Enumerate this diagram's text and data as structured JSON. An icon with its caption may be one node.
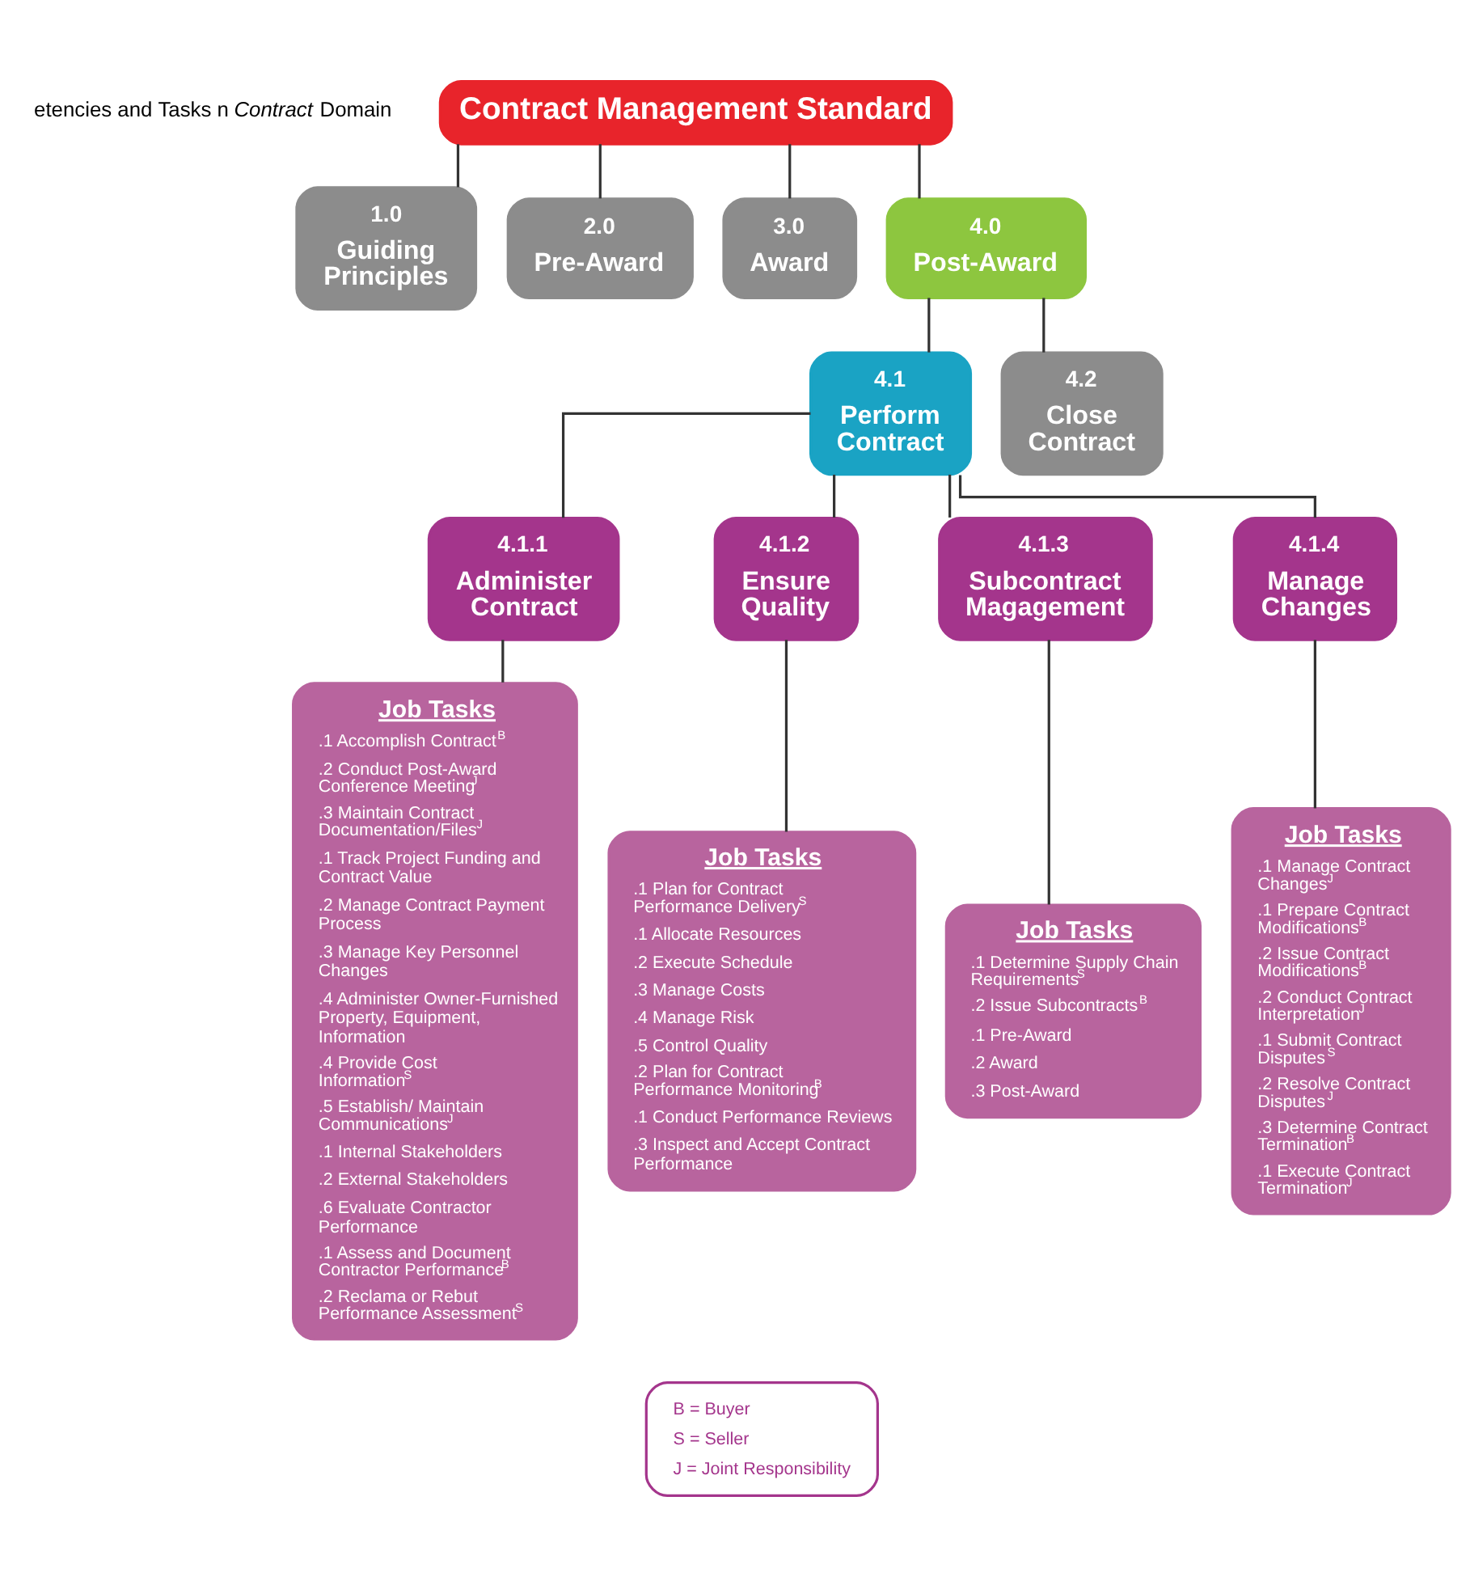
{
  "diagram": {
    "nodes": [
      {
        "text": [
          "Contract Management Standard"
        ]
      },
      {
        "text": [
          "1.0",
          "Guiding Principles"
        ]
      },
      {
        "text": [
          "2.0",
          "Pre-Award"
        ]
      },
      {
        "text": [
          "3.0",
          "Award"
        ]
      },
      {
        "text": [
          "4.0",
          "Post-Award"
        ]
      },
      {
        "text": [
          "4.1",
          "Perform Contract"
        ]
      },
      {
        "text": [
          "4.2",
          "Close Contract"
        ]
      },
      {
        "text": [
          "4.1.1",
          "Administer Contract"
        ]
      },
      {
        "text": [
          "4.1.2",
          "Ensure Quality"
        ]
      },
      {
        "text": [
          "4.1.3",
          "Subcontract Magagement"
        ]
      },
      {
        "text": [
          "4.1.4",
          "Manage Changes"
        ]
      },
      {
        "text": [
          "Job Tasks",
          ".1 Accomplish Contract$^{B}$",
          ".2 Conduct Post-Award Conference Meeting$^{J}$",
          ".3 Maintain Contract Documentation/Files$^{J}$",
          ".1 Track Project Funding and Contract Value",
          ".2 Manage Contract Payment Process",
          ".3 Manage Key Personnel Changes",
          ".4 Administer Owner-Furnished Property, Equipment, Information",
          ".4 Provide Cost Information$^{S}$",
          ".5 Establish/ Maintain Communications$^{J}$",
          ".1 Internal Stakeholders",
          ".2 External Stakeholders",
          ".6 Evaluate Contractor Performance",
          ".1 Assess and Document Contractor Performance$^{B}$",
          ".2 Reclama or Rebut Performance Assessment$^{S}$"
        ]
      },
      {
        "text": [
          "Job Tasks",
          ".1 Plan for Contract Performance Delivery$^{S}$",
          ".1 Allocate Resources",
          ".2 Execute Schedule",
          ".3 Manage Costs",
          ".4 Manage Risk",
          ".5 Control Quality",
          ".2 Plan for Contract Performance Monitoring$^{B}$",
          ".1 Conduct Performance Reviews",
          ".3 Inspect and Accept Contract Performance"
        ]
      },
      {
        "text": [
          "Job Tasks",
          ".1 Determine Supply Chain Requirements$^{S}$",
          ".2 Issue Subcontracts$^{B}$",
          ".1 Pre-Award",
          ".2 Award",
          ".3 Post-Award"
        ]
      },
      {
        "text": [
          "Job Tasks",
          ".1 Manage Contract Changes$^{J}$",
          ".1 Prepare Contract Modifications$^{B}$",
          ".2 Issue Contract Modifications$^{B}$",
          ".2 Conduct Contract Interpretation$^{J}$",
          ".1 Submit Contract Disputes$^{S}$",
          ".2 Resolve Contract Disputes$^{J}$",
          ".3 Determine Contract Termination$^{B}$",
          ".1 Execute Contract Termination$^{J}$"
        ]
      },
      {
        "text": [
          "B = Buyer",
          "S = Seller",
          "J = Joint Responsibility"
        ]
      }
    ],
    "edges": [
      {
        "from": 0,
        "to": 1,
        "arrow": "none"
      },
      {
        "from": 0,
        "to": 2,
        "arrow": "none"
      },
      {
        "from": 0,
        "to": 3,
        "arrow": "none"
      },
      {
        "from": 0,
        "to": 4,
        "arrow": "none"
      },
      {
        "from": 4,
        "to": 5,
        "arrow": "none"
      },
      {
        "from": 4,
        "to": 6,
        "arrow": "none"
      },
      {
        "from": 5,
        "to": 7,
        "arrow": "none"
      },
      {
        "from": 5,
        "to": 8,
        "arrow": "none"
      },
      {
        "from": 5,
        "to": 9,
        "arrow": "none"
      },
      {
        "from": 5,
        "to": 10,
        "arrow": "none"
      },
      {
        "from": 7,
        "to": 11,
        "arrow": "none"
      },
      {
        "from": 8,
        "to": 12,
        "arrow": "none"
      },
      {
        "from": 9,
        "to": 13,
        "arrow": "none"
      },
      {
        "from": 10,
        "to": 14,
        "arrow": "none"
      }
    ],
    "labels": [
      "etencies and Tasks n *Contract* Domain"
    ]
  }
}
